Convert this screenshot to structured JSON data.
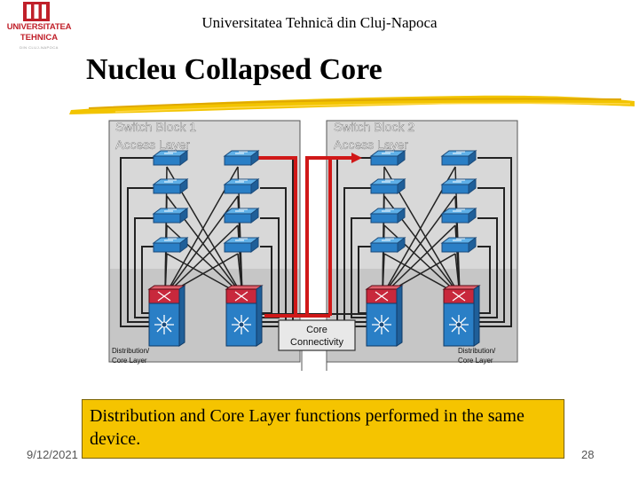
{
  "header": {
    "logo_line1": "UNIVERSITATEA",
    "logo_line2": "TEHNICA",
    "logo_line3": "DIN CLUJ-NAPOCA",
    "university": "Universitatea Tehnică din Cluj-Napoca"
  },
  "slide": {
    "title": "Nucleu Collapsed Core",
    "callout": "Distribution and Core Layer functions performed in the same device.",
    "date": "9/12/2021",
    "page": "28"
  },
  "diagram": {
    "block1_title": "Switch Block 1",
    "block1_layer": "Access Layer",
    "block2_title": "Switch Block 2",
    "block2_layer": "Access Layer",
    "core_line1": "Core",
    "core_line2": "Connectivity",
    "dist_left_1": "Distribution/",
    "dist_left_2": "Core Layer",
    "dist_right_1": "Distribution/",
    "dist_right_2": "Core Layer"
  },
  "colors": {
    "accent_yellow": "#f5c400",
    "logo_red": "#c0202a",
    "switch_blue": "#2a7fc6",
    "router_red": "#c8283c",
    "link_red": "#d01818"
  }
}
